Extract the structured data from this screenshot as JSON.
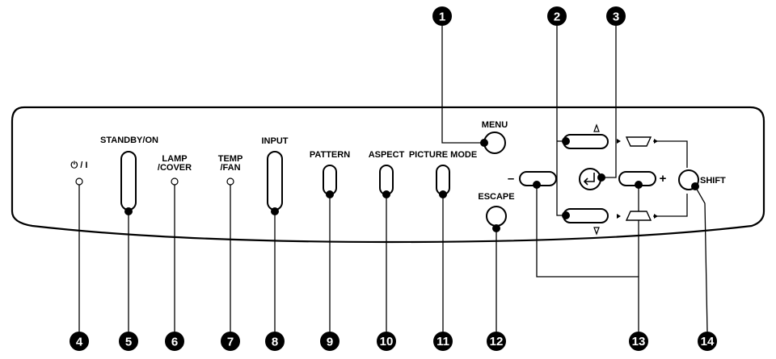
{
  "labels": {
    "power_symbol": "⏻ / I",
    "standby_on": "STANDBY/ON",
    "lamp_cover": [
      "LAMP",
      "/COVER"
    ],
    "temp_fan": [
      "TEMP",
      "/FAN"
    ],
    "input": "INPUT",
    "pattern": "PATTERN",
    "aspect": "ASPECT",
    "picture_mode": "PICTURE MODE",
    "menu": "MENU",
    "escape": "ESCAPE",
    "shift": "SHIFT",
    "minus": "–",
    "plus": "+"
  },
  "callouts": {
    "c1": "1",
    "c2": "2",
    "c3": "3",
    "c4": "4",
    "c5": "5",
    "c6": "6",
    "c7": "7",
    "c8": "8",
    "c9": "9",
    "c10": "10",
    "c11": "11",
    "c12": "12",
    "c13": "13",
    "c14": "14"
  }
}
